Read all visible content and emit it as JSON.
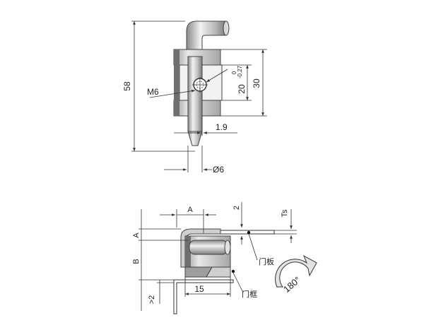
{
  "top_view": {
    "height_58": "58",
    "thread_m6": "M6",
    "slot_20": "20",
    "tol_upper": "0",
    "tol_lower": "-0.27",
    "width_30": "30",
    "dim_1_9": "1.9",
    "diameter_6": "Ø6"
  },
  "section_view": {
    "label_a_top": "A",
    "label_a_side": "A",
    "label_b": "B",
    "dim_2_top": "2",
    "label_ts": "Ts",
    "dim_15": "15",
    "dim_gt2": ">2",
    "door_panel": "门板",
    "door_frame": "门框",
    "rotation": "180°"
  },
  "colors": {
    "metal_light": "#e6e6e6",
    "metal_mid": "#bdbdbd",
    "metal_dark": "#6f6f6f",
    "line": "#333333"
  }
}
